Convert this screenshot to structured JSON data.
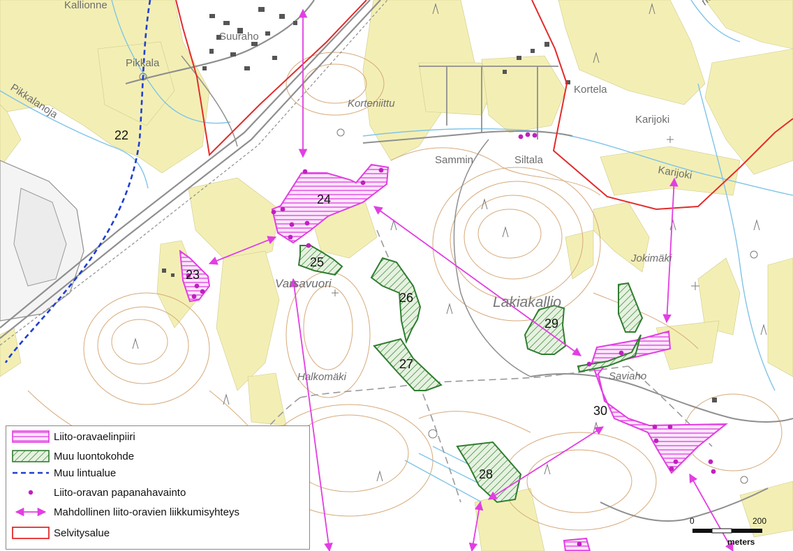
{
  "colors": {
    "field": "#f3efb4",
    "forest": "#ffffff",
    "contour": "#d6a97a",
    "water": "#7fc4e8",
    "road": "#8f8f8f",
    "liito": "#e23ee2",
    "luonto": "#2f7d2f",
    "selvitys": "#e32b2b",
    "lintu": "#1f3fd1"
  },
  "places": {
    "kallionne": "Kallionne",
    "suuraho": "Suuraho",
    "pikkala": "Pikkala",
    "pikkalanoja": "Pikkalanoja",
    "korteniittu": "Korteniittu",
    "kortela": "Kortela",
    "karijoki_village": "Karijoki",
    "karijoki_river": "Karijoki",
    "sammin": "Sammin",
    "siltala": "Siltala",
    "jokimaki": "Jokimäki",
    "varsavuori": "Varsavuori",
    "lakiakallio": "Lakiakallio",
    "halkomaki": "Halkomäki",
    "saviaho": "Saviaho",
    "noja": "noja"
  },
  "areas": {
    "a22": "22",
    "a23": "23",
    "a24": "24",
    "a25": "25",
    "a26": "26",
    "a27": "27",
    "a28": "28",
    "a29": "29",
    "a30": "30"
  },
  "legend": {
    "items": [
      {
        "label": "Liito-oravaelinpiiri",
        "symbol": "hatch-pink-box"
      },
      {
        "label": "Muu luontokohde",
        "symbol": "hatch-green-box"
      },
      {
        "label": "Muu lintualue",
        "symbol": "dashed-blue-line"
      },
      {
        "label": "Liito-oravan papanahavainto",
        "symbol": "pink-dot"
      },
      {
        "label": "Mahdollinen liito-oravien liikkumisyhteys",
        "symbol": "double-arrow"
      },
      {
        "label": "Selvitysalue",
        "symbol": "red-outline-box"
      }
    ]
  },
  "scale": {
    "min_label": "0",
    "max_label": "200",
    "unit": "meters"
  }
}
